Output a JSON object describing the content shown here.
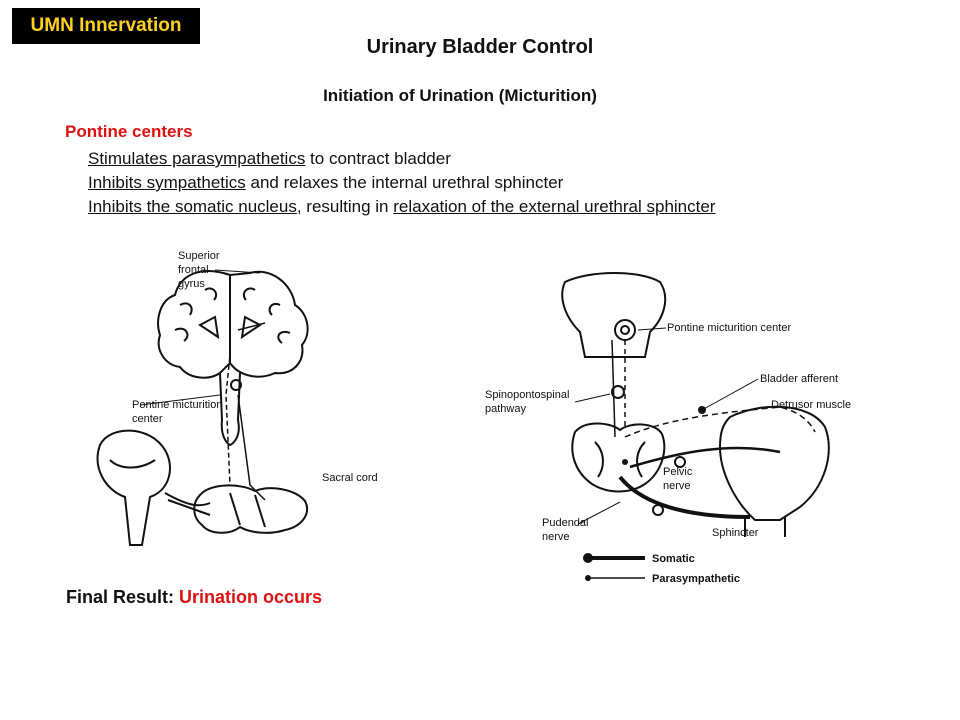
{
  "badge": "UMN Innervation",
  "title": "Urinary Bladder Control",
  "subtitle": "Initiation of Urination (Micturition)",
  "section_heading": "Pontine centers",
  "bullets": {
    "b1_underlined": "Stimulates parasympathetics",
    "b1_rest": " to contract bladder",
    "b2_underlined": "Inhibits sympathetics",
    "b2_rest": " and relaxes the internal urethral sphincter",
    "b3_underlined_1": "Inhibits the somatic nucleus",
    "b3_middle": ", resulting in ",
    "b3_underlined_2": "relaxation of the external urethral sphincter"
  },
  "left_diagram": {
    "label_superior": "Superior",
    "label_frontal": "frontal",
    "label_gyrus": "gyrus",
    "label_pontine_1": "Pontine  micturition",
    "label_pontine_2": "center",
    "label_sacral": "Sacral cord"
  },
  "right_diagram": {
    "label_pontine_center": "Pontine  micturition  center",
    "label_bladder_afferent": "Bladder afferent",
    "label_spino_1": "Spinopontospinal",
    "label_spino_2": "pathway",
    "label_detrusor": "Detrusor muscle",
    "label_pelvic_1": "Pelvic",
    "label_pelvic_2": "nerve",
    "label_pudendal_1": "Pudendal",
    "label_pudendal_2": "nerve",
    "label_sphincter": "Sphincter",
    "legend_somatic": "Somatic",
    "legend_parasympathetic": "Parasympathetic"
  },
  "final": {
    "label": "Final Result: ",
    "value": "Urination occurs"
  }
}
